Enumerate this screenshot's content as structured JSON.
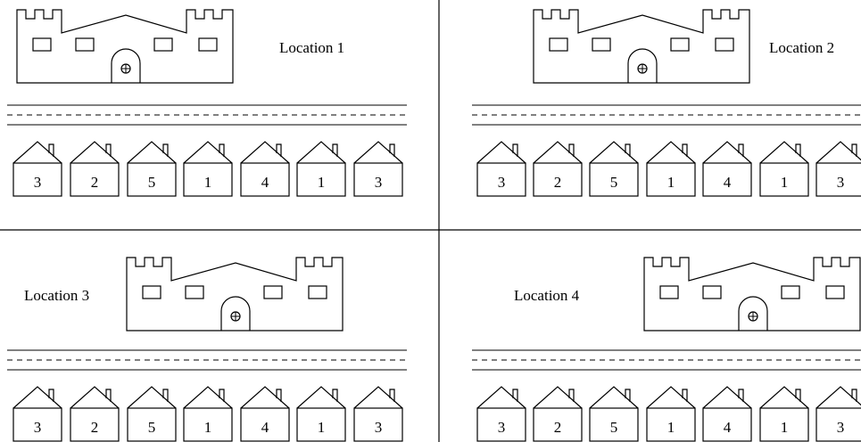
{
  "panels": [
    {
      "location_label": "Location 1",
      "house_numbers": [
        "3",
        "2",
        "5",
        "1",
        "4",
        "1",
        "3"
      ]
    },
    {
      "location_label": "Location 2",
      "house_numbers": [
        "3",
        "2",
        "5",
        "1",
        "4",
        "1",
        "3"
      ]
    },
    {
      "location_label": "Location 3",
      "house_numbers": [
        "3",
        "2",
        "5",
        "1",
        "4",
        "1",
        "3"
      ]
    },
    {
      "location_label": "Location 4",
      "house_numbers": [
        "3",
        "2",
        "5",
        "1",
        "4",
        "1",
        "3"
      ]
    }
  ],
  "icons": {
    "castle": "castle-icon",
    "house": "house-icon",
    "door_knob": "crosshair-circle-icon"
  }
}
